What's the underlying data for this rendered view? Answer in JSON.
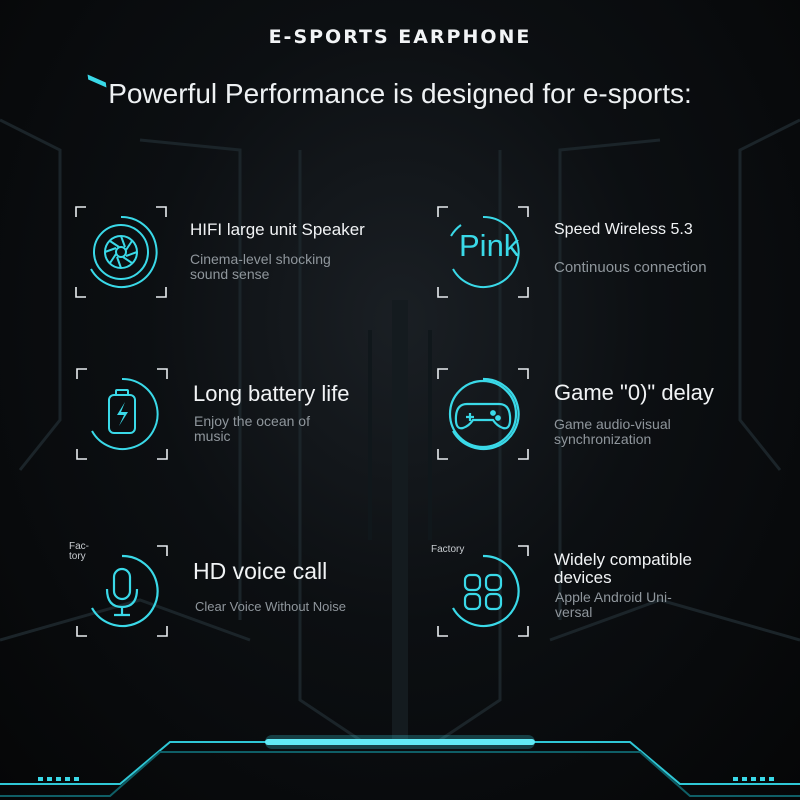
{
  "brand": "E-SPORTS EARPHONE",
  "headline": "Powerful Performance is designed for e-sports:",
  "colors": {
    "accent": "#3ad9e8",
    "title": "#f1f3f5",
    "desc": "#8f969c",
    "bg": "#07090c"
  },
  "features": [
    {
      "icon": "speaker-fan-icon",
      "title": "HIFI large unit Speaker",
      "desc": "Cinema-level shocking sound sense"
    },
    {
      "icon_text": "Pink",
      "title": "Speed Wireless 5.3",
      "desc": "Continuous connection"
    },
    {
      "icon": "battery-icon",
      "title": "Long battery life",
      "desc": "Enjoy the ocean of music"
    },
    {
      "icon": "gamepad-icon",
      "title": "Game \"0)\" delay",
      "desc": "Game audio-visual synchronization"
    },
    {
      "icon": "microphone-icon",
      "badge": "Fac-tory",
      "title": "HD voice call",
      "desc": "Clear Voice Without Noise"
    },
    {
      "icon": "apps-grid-icon",
      "badge": "Factory",
      "title": "Widely compatible devices",
      "desc": "Apple Android Uni-versal"
    }
  ]
}
